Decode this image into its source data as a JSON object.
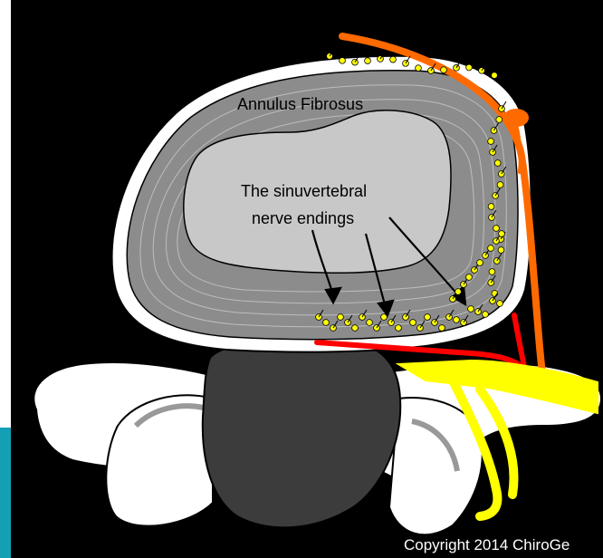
{
  "labels": {
    "annulus": "Annulus Fibrosus",
    "nerve_line1": "The sinuvertebral",
    "nerve_line2": "nerve endings",
    "copyright": "Copyright 2014 ChiroGe"
  },
  "colors": {
    "background": "#000000",
    "page": "#ffffff",
    "annulus_fill": "#8c8c8c",
    "nucleus_fill": "#c8c8c8",
    "vertebra_body": "#3c3c3c",
    "bone": "#ffffff",
    "nerve_orange": "#ff6a00",
    "nerve_red": "#ff0000",
    "nerve_yellow": "#ffff00",
    "ending_dot": "#ffff00",
    "teal_tab": "#14a0b4"
  }
}
